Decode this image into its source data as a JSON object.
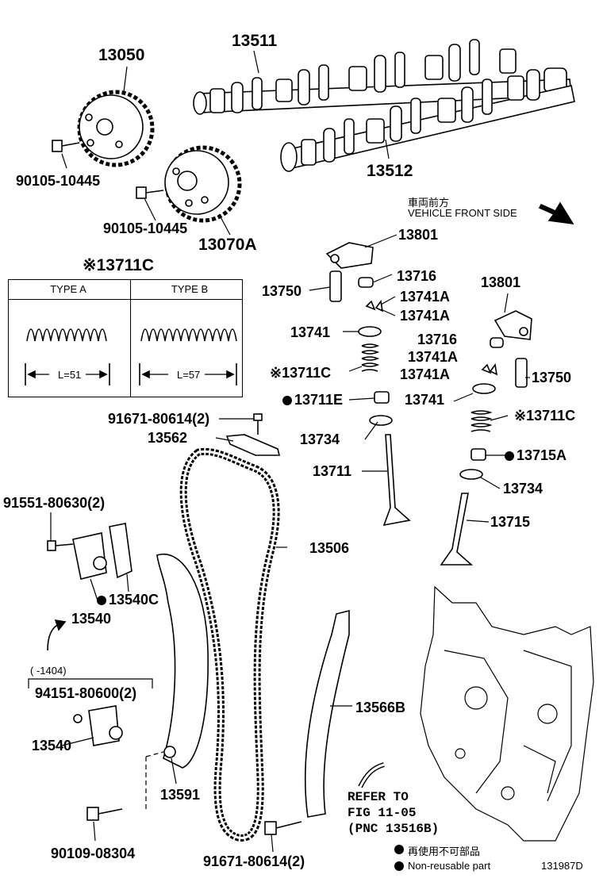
{
  "parts": {
    "camshaft_1": "13511",
    "camshaft_2": "13512",
    "gear_intake": "13050",
    "gear_exhaust": "13070A",
    "bolt_gear_1": "90105-10445",
    "bolt_gear_2": "90105-10445",
    "rocker_left": "13801",
    "rocker_right": "13801",
    "lash_adjuster_left": "13750",
    "lash_adjuster_right": "13750",
    "cap_left": "13716",
    "cap_right": "13716",
    "lock_left_1": "13741A",
    "lock_left_2": "13741A",
    "lock_right_1": "13741A",
    "lock_right_2": "13741A",
    "retainer_left": "13741",
    "retainer_right": "13741",
    "spring_left": "13711C",
    "spring_right": "13711C",
    "spring_table_ref": "13711C",
    "seal_left": "13711E",
    "seal_right": "13715A",
    "seat_left": "13734",
    "seat_right": "13734",
    "valve_intake": "13711",
    "valve_exhaust": "13715",
    "bolt_guide": "91671-80614(2)",
    "guide_upper": "13562",
    "chain": "13506",
    "bolt_tensioner": "91551-80630(2)",
    "tensioner_gasket": "13540C",
    "tensioner": "13540",
    "tensioner_old": "13540",
    "nut_tensioner_old": "94151-80600(2)",
    "range_note": "(    -1404)",
    "slipper": "13591",
    "bolt_slipper": "90109-08304",
    "damper": "13566B",
    "bolt_damper": "91671-80614(2)"
  },
  "note_mark": "※",
  "spring_table": {
    "type_a": "TYPE A",
    "type_b": "TYPE B",
    "len_a": "L=51",
    "len_b": "L=57"
  },
  "direction": {
    "jp": "車両前方",
    "en": "VEHICLE FRONT SIDE"
  },
  "refer": {
    "line1": "REFER TO",
    "line2": "FIG 11-05",
    "line3": "(PNC 13516B)"
  },
  "legend": {
    "jp": "再使用不可部品",
    "en": "Non-reusable part"
  },
  "figure_id": "131987D"
}
